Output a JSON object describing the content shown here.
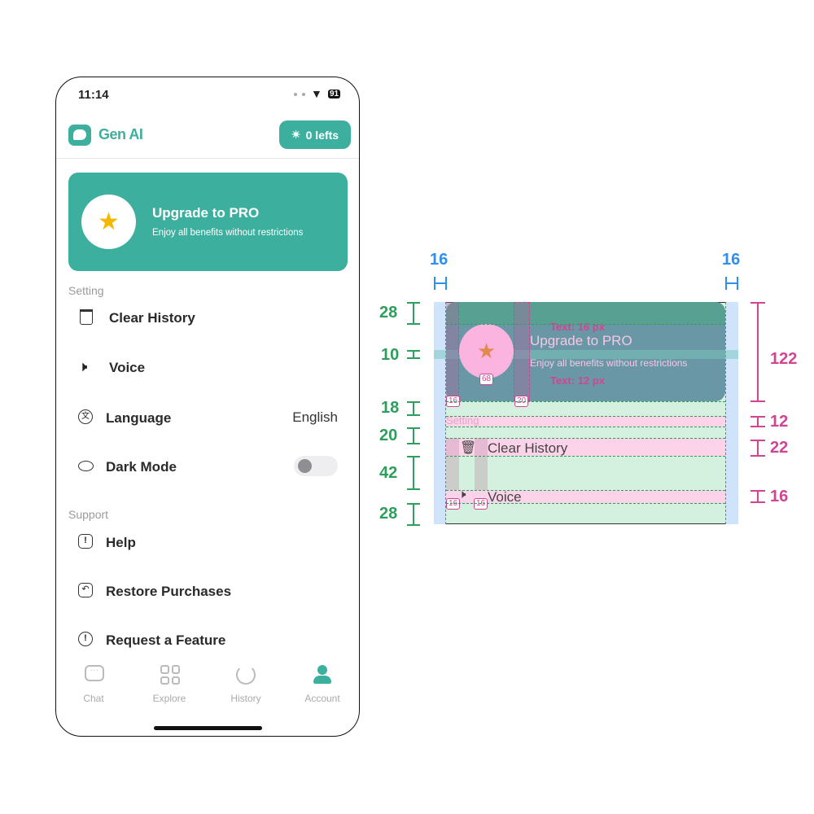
{
  "status_bar": {
    "time": "11:14",
    "battery": "91"
  },
  "header": {
    "app_name": "Gen AI",
    "credits_label": "0 lefts"
  },
  "promo": {
    "title": "Upgrade to PRO",
    "subtitle": "Enjoy all benefits without restrictions"
  },
  "settings": {
    "section_label": "Setting",
    "items": [
      {
        "label": "Clear History"
      },
      {
        "label": "Voice"
      },
      {
        "label": "Language",
        "value": "English"
      },
      {
        "label": "Dark Mode",
        "toggle_on": false
      }
    ]
  },
  "support": {
    "section_label": "Support",
    "items": [
      {
        "label": "Help"
      },
      {
        "label": "Restore Purchases"
      },
      {
        "label": "Request a Feature"
      }
    ]
  },
  "tabs": [
    {
      "label": "Chat"
    },
    {
      "label": "Explore"
    },
    {
      "label": "History"
    },
    {
      "label": "Account",
      "active": true
    }
  ],
  "annotations": {
    "left_margin": "16",
    "right_margin": "16",
    "green": [
      "28",
      "10",
      "18",
      "20",
      "42",
      "28"
    ],
    "pink": [
      "122",
      "12",
      "22",
      "16"
    ],
    "circle_size": "68",
    "badges": [
      "16",
      "20",
      "16",
      "16"
    ],
    "text16": "Text: 16 px",
    "text12": "Text: 12 px"
  },
  "colors": {
    "accent": "#3daf9f",
    "star": "#f5b800"
  }
}
